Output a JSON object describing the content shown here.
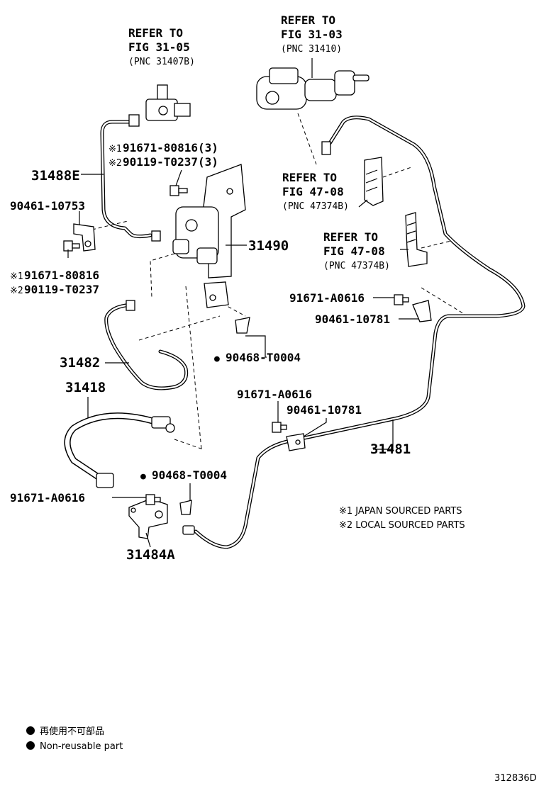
{
  "refs": {
    "fig3105": {
      "line1": "REFER TO",
      "line2": "FIG 31-05",
      "line3": "(PNC 31407B)"
    },
    "fig3103": {
      "line1": "REFER TO",
      "line2": "FIG 31-03",
      "line3": "(PNC 31410)"
    },
    "fig4708a": {
      "line1": "REFER TO",
      "line2": "FIG 47-08",
      "line3": "(PNC 47374B)"
    },
    "fig4708b": {
      "line1": "REFER TO",
      "line2": "FIG 47-08",
      "line3": "(PNC 47374B)"
    }
  },
  "parts": {
    "p31488E": "31488E",
    "p90461_10753": "90461-10753",
    "p91671_80816_3": "91671-80816(3)",
    "p90119_T0237_3": "90119-T0237(3)",
    "p31490": "31490",
    "p91671_80816": "91671-80816",
    "p90119_T0237": "90119-T0237",
    "p91671_A0616_a": "91671-A0616",
    "p90461_10781_a": "90461-10781",
    "p90468_T0004_a": "90468-T0004",
    "p31482": "31482",
    "p31418": "31418",
    "p91671_A0616_b": "91671-A0616",
    "p90461_10781_b": "90461-10781",
    "p31481": "31481",
    "p90468_T0004_b": "90468-T0004",
    "p91671_A0616_c": "91671-A0616",
    "p31484A": "31484A"
  },
  "marks": {
    "japan": "※1",
    "local": "※2",
    "nonreusable": "●"
  },
  "notes": {
    "japan": "※1 JAPAN SOURCED PARTS",
    "local": "※2 LOCAL SOURCED PARTS"
  },
  "legend": {
    "jp": "再使用不可部品",
    "en": "Non-reusable part"
  },
  "figure_code": "312836D"
}
